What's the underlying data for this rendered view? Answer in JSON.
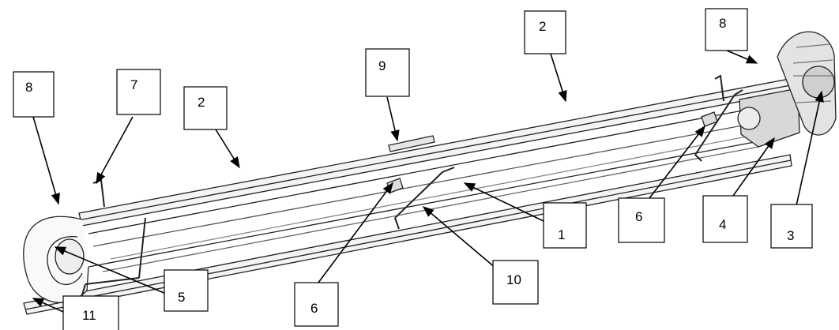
{
  "diagram": {
    "callouts": [
      {
        "id": "c8a",
        "label": "8"
      },
      {
        "id": "c7",
        "label": "7"
      },
      {
        "id": "c2a",
        "label": "2"
      },
      {
        "id": "c9",
        "label": "9"
      },
      {
        "id": "c2b",
        "label": "2"
      },
      {
        "id": "c8b",
        "label": "8"
      },
      {
        "id": "c1",
        "label": "1"
      },
      {
        "id": "c6a",
        "label": "6"
      },
      {
        "id": "c4",
        "label": "4"
      },
      {
        "id": "c3",
        "label": "3"
      },
      {
        "id": "c5",
        "label": "5"
      },
      {
        "id": "c6b",
        "label": "6"
      },
      {
        "id": "c10",
        "label": "10"
      },
      {
        "id": "c11",
        "label": "11"
      }
    ]
  }
}
